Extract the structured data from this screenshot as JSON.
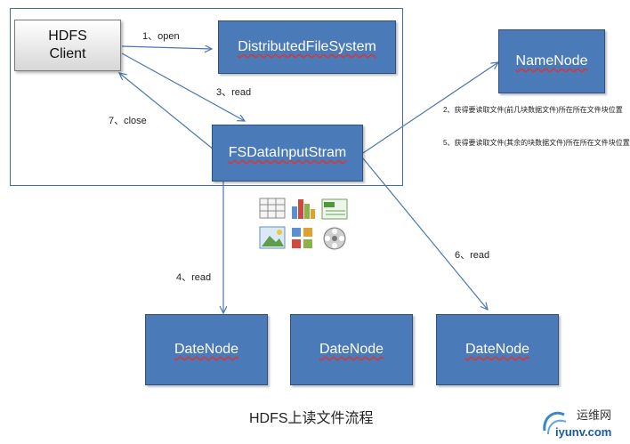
{
  "client": {
    "line1": "HDFS",
    "line2": "Client"
  },
  "nodes": {
    "dfs": "DistributedFileSystem",
    "namenode": "NameNode",
    "stream": "FSDataInputStram",
    "datanodes": [
      "DateNode",
      "DateNode",
      "DateNode"
    ]
  },
  "steps": {
    "s1": "1、open",
    "s3": "3、read",
    "s7": "7、close",
    "s4": "4、read",
    "s6": "6、read",
    "s2": "2、获得要读取文件(前几块数据文件)所在所在文件块位置",
    "s5": "5、获得要读取文件(其余的块数据文件)所在所在文件块位置"
  },
  "caption": "HDFS上读文件流程",
  "watermark": {
    "name": "运维网",
    "url": "iyunv.com"
  },
  "colors": {
    "box": "#4a7ab8",
    "line": "#4a78b0",
    "frame": "#3f6fa6"
  },
  "icons": [
    "table-icon",
    "bar-chart-icon",
    "document-icon",
    "picture-icon",
    "shapes-icon",
    "film-reel-icon"
  ]
}
